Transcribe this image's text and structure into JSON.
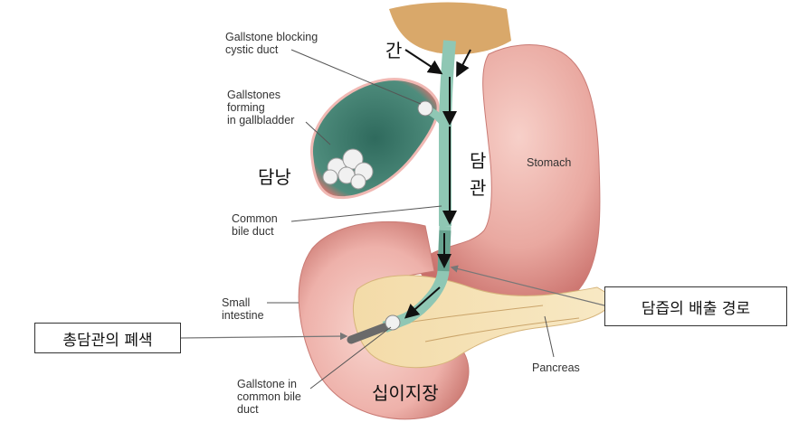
{
  "labels": {
    "gallstone_blocking": "Gallstone blocking\ncystic duct",
    "gallstones_forming": "Gallstones\nforming\nin gallbladder",
    "common_bile_duct": "Common\nbile duct",
    "small_intestine": "Small\nintestine",
    "gallstone_in_common": "Gallstone in\ncommon bile\nduct",
    "stomach": "Stomach",
    "pancreas": "Pancreas"
  },
  "korean": {
    "liver": "간",
    "gallbladder": "담낭",
    "bile_duct_1": "담",
    "bile_duct_2": "관",
    "duodenum": "십이지장",
    "obstruction": "총담관의 폐색",
    "bile_route": "담즙의 배출 경로"
  },
  "colors": {
    "stomach": "#e9a8a0",
    "intestine": "#efb3ad",
    "duct": "#8fc7b4",
    "gallbladder": "#3f7e6e",
    "pancreas": "#f6e4b6",
    "liver": "#d9a86a"
  }
}
